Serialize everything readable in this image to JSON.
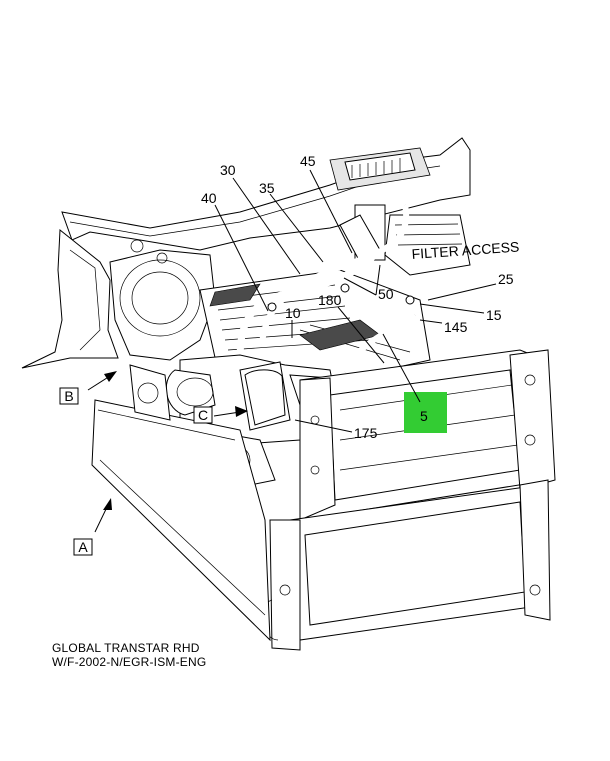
{
  "callouts": {
    "c30": "30",
    "c45": "45",
    "c35": "35",
    "c40": "40",
    "c25": "25",
    "c50": "50",
    "c180": "180",
    "c15": "15",
    "c10": "10",
    "c145": "145",
    "c5": "5",
    "c175": "175"
  },
  "view_labels": {
    "a": "A",
    "b": "B",
    "c": "C"
  },
  "panel_text": {
    "filter_access": "FILTER ACCESS"
  },
  "caption": {
    "line1": "GLOBAL TRANSTAR RHD",
    "line2": "W/F-2002-N/EGR-ISM-ENG"
  },
  "colors": {
    "highlight": "#33cc33"
  }
}
